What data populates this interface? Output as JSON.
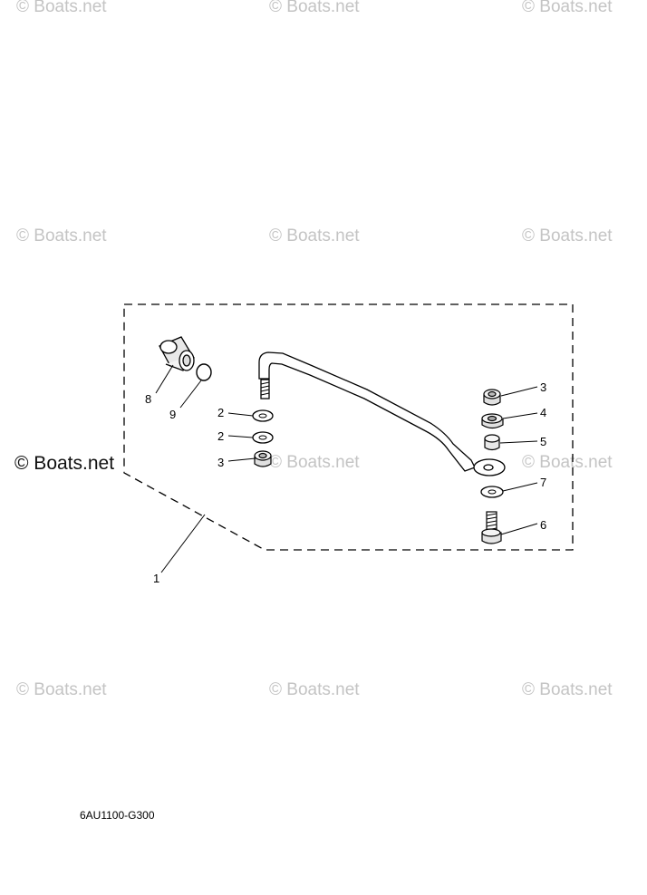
{
  "watermark": "© Boats.net",
  "drawing_code": "6AU1100-G300",
  "callouts": [
    "1",
    "2",
    "2",
    "3",
    "3",
    "4",
    "5",
    "6",
    "7",
    "8",
    "9"
  ]
}
